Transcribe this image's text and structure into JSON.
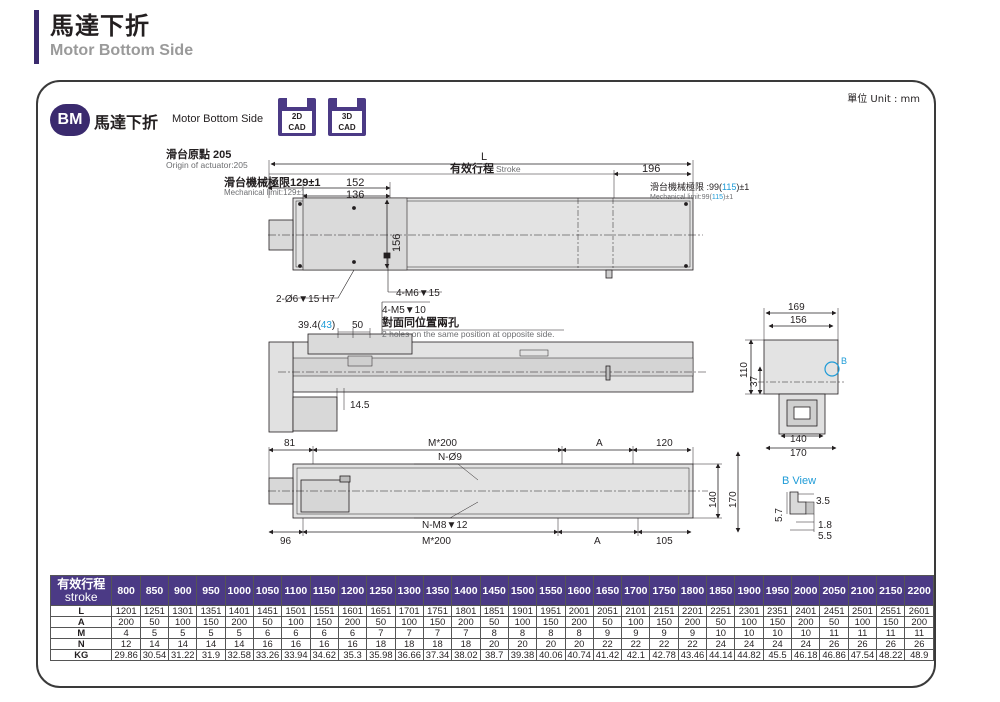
{
  "header": {
    "title_cn": "馬達下折",
    "title_en": "Motor Bottom Side"
  },
  "panel": {
    "unit": "單位 Unit : mm",
    "badge": "BM",
    "title_cn": "馬達下折",
    "title_en": "Motor Bottom Side",
    "cad_2d": [
      "2D",
      "CAD"
    ],
    "cad_3d": [
      "3D",
      "CAD"
    ]
  },
  "drawing": {
    "origin_cn": "滑台原點 205",
    "origin_en": "Origin of actuator:205",
    "l": "L",
    "stroke_cn": "有效行程",
    "stroke_en": "Stroke",
    "d196": "196",
    "mech_limit_cn": "滑台機械極限129±1",
    "mech_limit_en": "Mechanical limit:129±1",
    "d152": "152",
    "d136": "136",
    "mech_right_cn_a": "滑台機械極限 :99(",
    "mech_right_cn_b": "115",
    "mech_right_cn_c": ")±1",
    "mech_right_en_a": "Mechanical limit:99(",
    "mech_right_en_b": "115",
    "mech_right_en_c": ")±1",
    "d156v": "156",
    "hole_dowel": "2-Ø6▼15 H7",
    "m6": "4-M6▼15",
    "m5": "4-M5▼10",
    "holes_cn": "對面同位置兩孔",
    "holes_en": "2 holes on the same position at opposite side.",
    "d394_a": "39.4(",
    "d394_b": "43",
    "d394_c": ")",
    "d50": "50",
    "d145": "14.5",
    "d81": "81",
    "m200_top": "M*200",
    "a_top": "A",
    "d120": "120",
    "n9": "N-Ø9",
    "d140v": "140",
    "d170v": "170",
    "n_m8": "N-M8▼12",
    "d96": "96",
    "m200_bot": "M*200",
    "a_bot": "A",
    "d105": "105",
    "end_169": "169",
    "end_156": "156",
    "end_110": "110",
    "end_37": "37",
    "end_b": "B",
    "end_140": "140",
    "end_170": "170",
    "bview": "B View",
    "bv_35": "3.5",
    "bv_57": "5.7",
    "bv_18": "1.8",
    "bv_55": "5.5"
  },
  "table": {
    "caption_cn": "有效行程",
    "caption_en": "stroke",
    "strokes": [
      "800",
      "850",
      "900",
      "950",
      "1000",
      "1050",
      "1100",
      "1150",
      "1200",
      "1250",
      "1300",
      "1350",
      "1400",
      "1450",
      "1500",
      "1550",
      "1600",
      "1650",
      "1700",
      "1750",
      "1800",
      "1850",
      "1900",
      "1950",
      "2000",
      "2050",
      "2100",
      "2150",
      "2200"
    ],
    "rows": [
      {
        "label": "L",
        "values": [
          "1201",
          "1251",
          "1301",
          "1351",
          "1401",
          "1451",
          "1501",
          "1551",
          "1601",
          "1651",
          "1701",
          "1751",
          "1801",
          "1851",
          "1901",
          "1951",
          "2001",
          "2051",
          "2101",
          "2151",
          "2201",
          "2251",
          "2301",
          "2351",
          "2401",
          "2451",
          "2501",
          "2551",
          "2601"
        ]
      },
      {
        "label": "A",
        "values": [
          "200",
          "50",
          "100",
          "150",
          "200",
          "50",
          "100",
          "150",
          "200",
          "50",
          "100",
          "150",
          "200",
          "50",
          "100",
          "150",
          "200",
          "50",
          "100",
          "150",
          "200",
          "50",
          "100",
          "150",
          "200",
          "50",
          "100",
          "150",
          "200"
        ]
      },
      {
        "label": "M",
        "values": [
          "4",
          "5",
          "5",
          "5",
          "5",
          "6",
          "6",
          "6",
          "6",
          "7",
          "7",
          "7",
          "7",
          "8",
          "8",
          "8",
          "8",
          "9",
          "9",
          "9",
          "9",
          "10",
          "10",
          "10",
          "10",
          "11",
          "11",
          "11",
          "11"
        ]
      },
      {
        "label": "N",
        "values": [
          "12",
          "14",
          "14",
          "14",
          "14",
          "16",
          "16",
          "16",
          "16",
          "18",
          "18",
          "18",
          "18",
          "20",
          "20",
          "20",
          "20",
          "22",
          "22",
          "22",
          "22",
          "24",
          "24",
          "24",
          "24",
          "26",
          "26",
          "26",
          "26"
        ]
      },
      {
        "label": "KG",
        "values": [
          "29.86",
          "30.54",
          "31.22",
          "31.9",
          "32.58",
          "33.26",
          "33.94",
          "34.62",
          "35.3",
          "35.98",
          "36.66",
          "37.34",
          "38.02",
          "38.7",
          "39.38",
          "40.06",
          "40.74",
          "41.42",
          "42.1",
          "42.78",
          "43.46",
          "44.14",
          "44.82",
          "45.5",
          "46.18",
          "46.86",
          "47.54",
          "48.22",
          "48.9"
        ]
      }
    ]
  },
  "colors": {
    "accent": "#3a2a6e",
    "table_header": "#4b3a85",
    "highlight": "#1e9bd7"
  }
}
